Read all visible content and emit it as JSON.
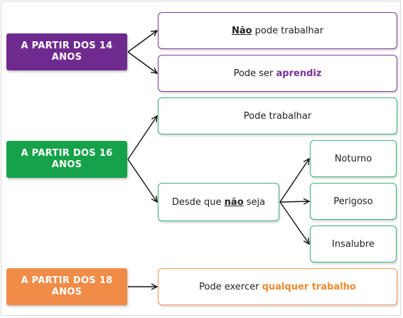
{
  "groups": {
    "age14": {
      "label_line1": "A PARTIR DOS 14",
      "label_line2": "ANOS",
      "color": "#6f2a8f"
    },
    "age16": {
      "label_line1": "A PARTIR DOS 16",
      "label_line2": "ANOS",
      "color": "#16a24a"
    },
    "age18": {
      "label_line1": "A PARTIR DOS 18",
      "label_line2": "ANOS",
      "color": "#f08c47"
    }
  },
  "nodes": {
    "nao_pode": {
      "emphasis": "Não",
      "rest": " pode trabalhar"
    },
    "aprendiz": {
      "prefix": "Pode ser ",
      "highlight": "aprendiz"
    },
    "pode_trabalhar": {
      "text": "Pode trabalhar"
    },
    "desde_que": {
      "prefix": "Desde que ",
      "emphasis": "não",
      "suffix": " seja"
    },
    "noturno": {
      "text": "Noturno"
    },
    "perigoso": {
      "text": "Perigoso"
    },
    "insalubre": {
      "text": "Insalubre"
    },
    "qualquer": {
      "prefix": "Pode exercer ",
      "highlight": "qualquer trabalho"
    }
  }
}
